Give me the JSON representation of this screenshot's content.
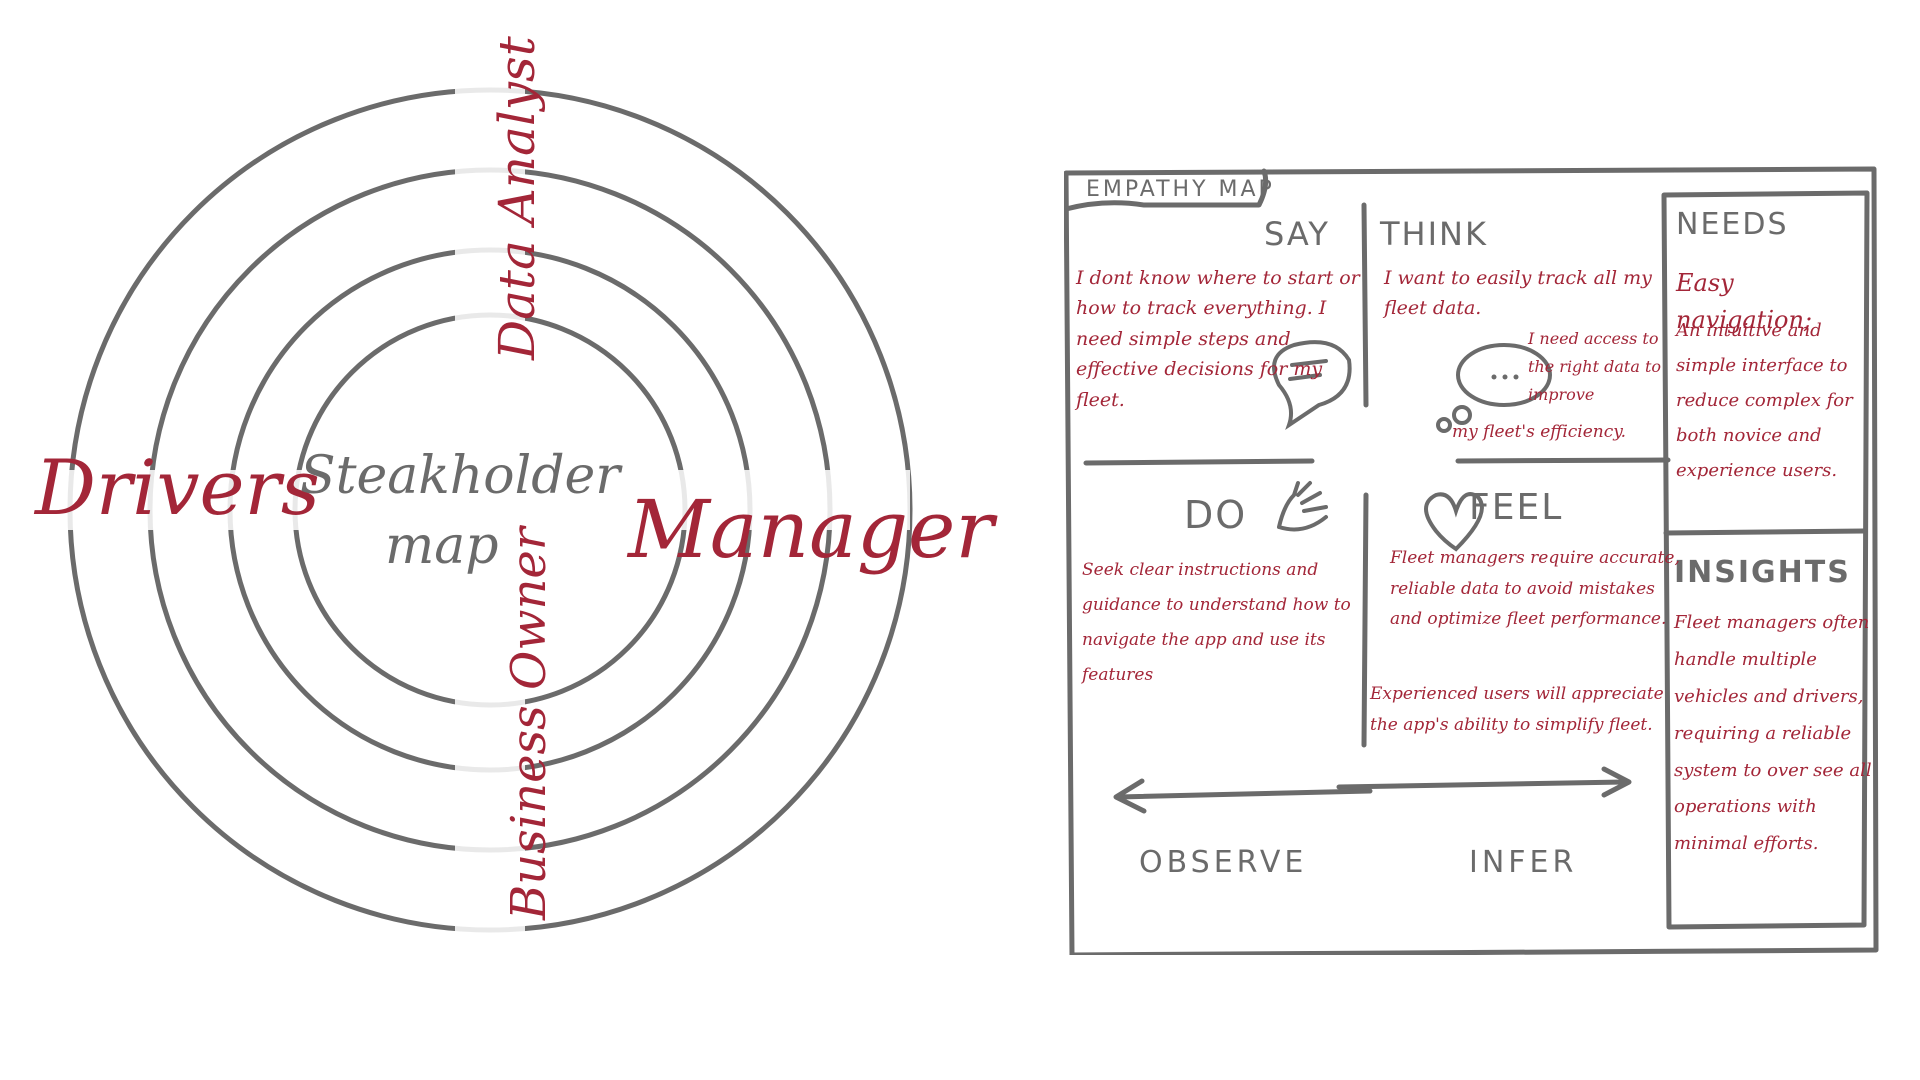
{
  "colors": {
    "accent_red": "#a32638",
    "pencil_gray": "#6b6b6b",
    "background": "#ffffff"
  },
  "stakeholder_map": {
    "center_line1": "Steakholder",
    "center_line2": "map",
    "stakeholders": {
      "left": "Drivers",
      "right": "Manager",
      "top": "Data Analyst",
      "bottom": "Business Owner"
    }
  },
  "empathy_map": {
    "title": "EMPATHY MAP",
    "say": {
      "heading": "SAY",
      "text": "I dont know where to start or how to track everything. I need simple steps and effective decisions for my fleet."
    },
    "think": {
      "heading": "THINK",
      "text": "I want to easily track all my fleet data.",
      "bubble_text": "I need access to the right data to improve",
      "bubble_text_2": "my fleet's efficiency.",
      "bubble_dots": "..."
    },
    "needs": {
      "heading": "NEEDS",
      "line1": "Easy navigation;",
      "line2": "An intuitive and simple interface to reduce complex for both novice and experience users."
    },
    "do": {
      "heading": "DO",
      "text": "Seek clear instructions and guidance to understand how to navigate the app and use its features"
    },
    "feel": {
      "heading": "FEEL",
      "text1": "Fleet managers require accurate, reliable data to avoid mistakes and optimize fleet performance.",
      "text2": "Experienced users will appreciate the app's ability to simplify fleet."
    },
    "insights": {
      "heading": "INSIGHTS",
      "text": "Fleet managers often handle multiple vehicles and drivers, requiring a reliable system to over see all operations with minimal efforts."
    },
    "observe": "OBSERVE",
    "infer": "INFER"
  }
}
